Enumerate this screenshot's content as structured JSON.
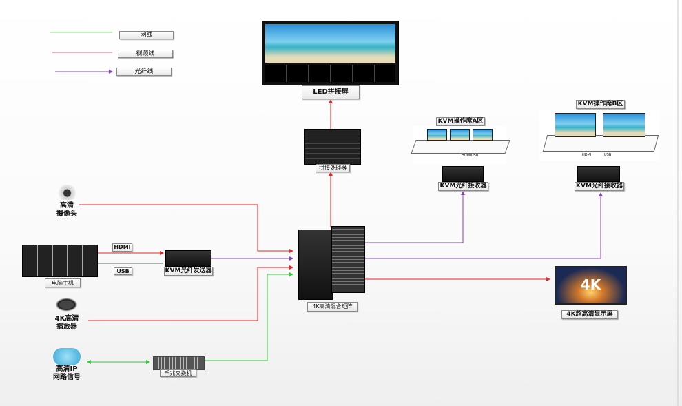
{
  "legend": [
    {
      "label": "网线",
      "color": "#66dd66"
    },
    {
      "label": "视频线",
      "color": "#e06070"
    },
    {
      "label": "光纤线",
      "color": "#8844bb"
    }
  ],
  "nodes": {
    "led_wall": "LED拼接屏",
    "processor": "拼接处理器",
    "matrix": "4K高清混合矩阵",
    "camera": [
      "高清",
      "摄像头"
    ],
    "computer": "电脑主机",
    "hdmi": "HDMI",
    "usb": "USB",
    "kvm_tx": "KVM光纤发送器",
    "player": [
      "4K高清",
      "播放器"
    ],
    "ip": [
      "高清IP",
      "网路信号"
    ],
    "switch": "千兆交换机",
    "kvm_a_title": "KVM操作席A区",
    "kvm_a_rx": "KVM光纤接收器",
    "kvm_b_title": "KVM操作席B区",
    "kvm_b_rx": "KVM光纤接收器",
    "display_4k": "4K超高清显示屏",
    "display_4k_text": "4K",
    "station_hdmi": "HDMI",
    "station_usb": "USB"
  },
  "colors": {
    "network": "#33cc33",
    "video": "#ee2222",
    "fiber": "#8844bb",
    "usb": "#666666"
  }
}
